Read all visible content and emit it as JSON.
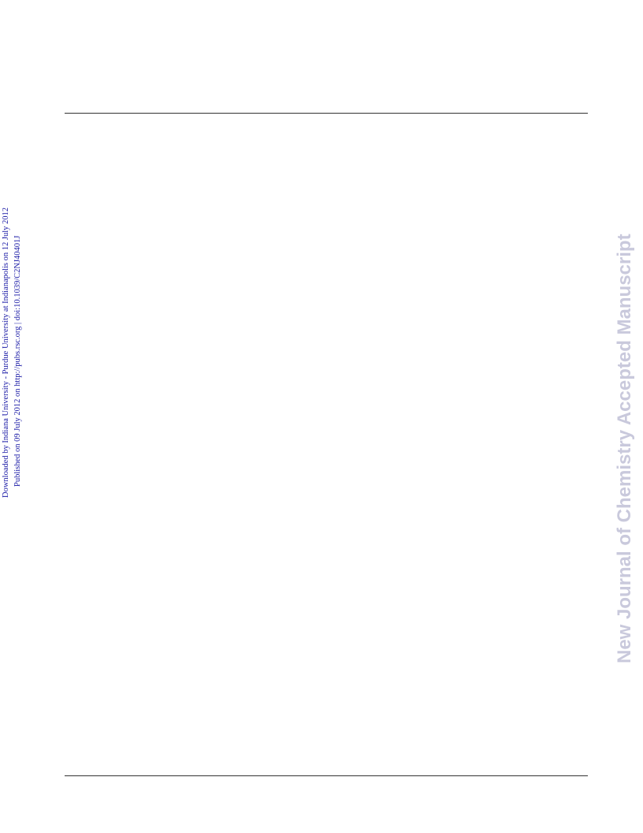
{
  "side_notes": {
    "downloaded": "Downloaded by Indiana University - Purdue University at Indianapolis on 12 July 2012",
    "published": "Published on 09 July 2012 on http://pubs.rsc.org | doi:10.1039/C2NJ40401J"
  },
  "watermark": {
    "text": "New Journal of Chemistry Accepted Manuscript"
  },
  "colors": {
    "side_note_text": "#1a1aa6",
    "watermark_text": "#c9c9dc",
    "rules": "#333333"
  }
}
